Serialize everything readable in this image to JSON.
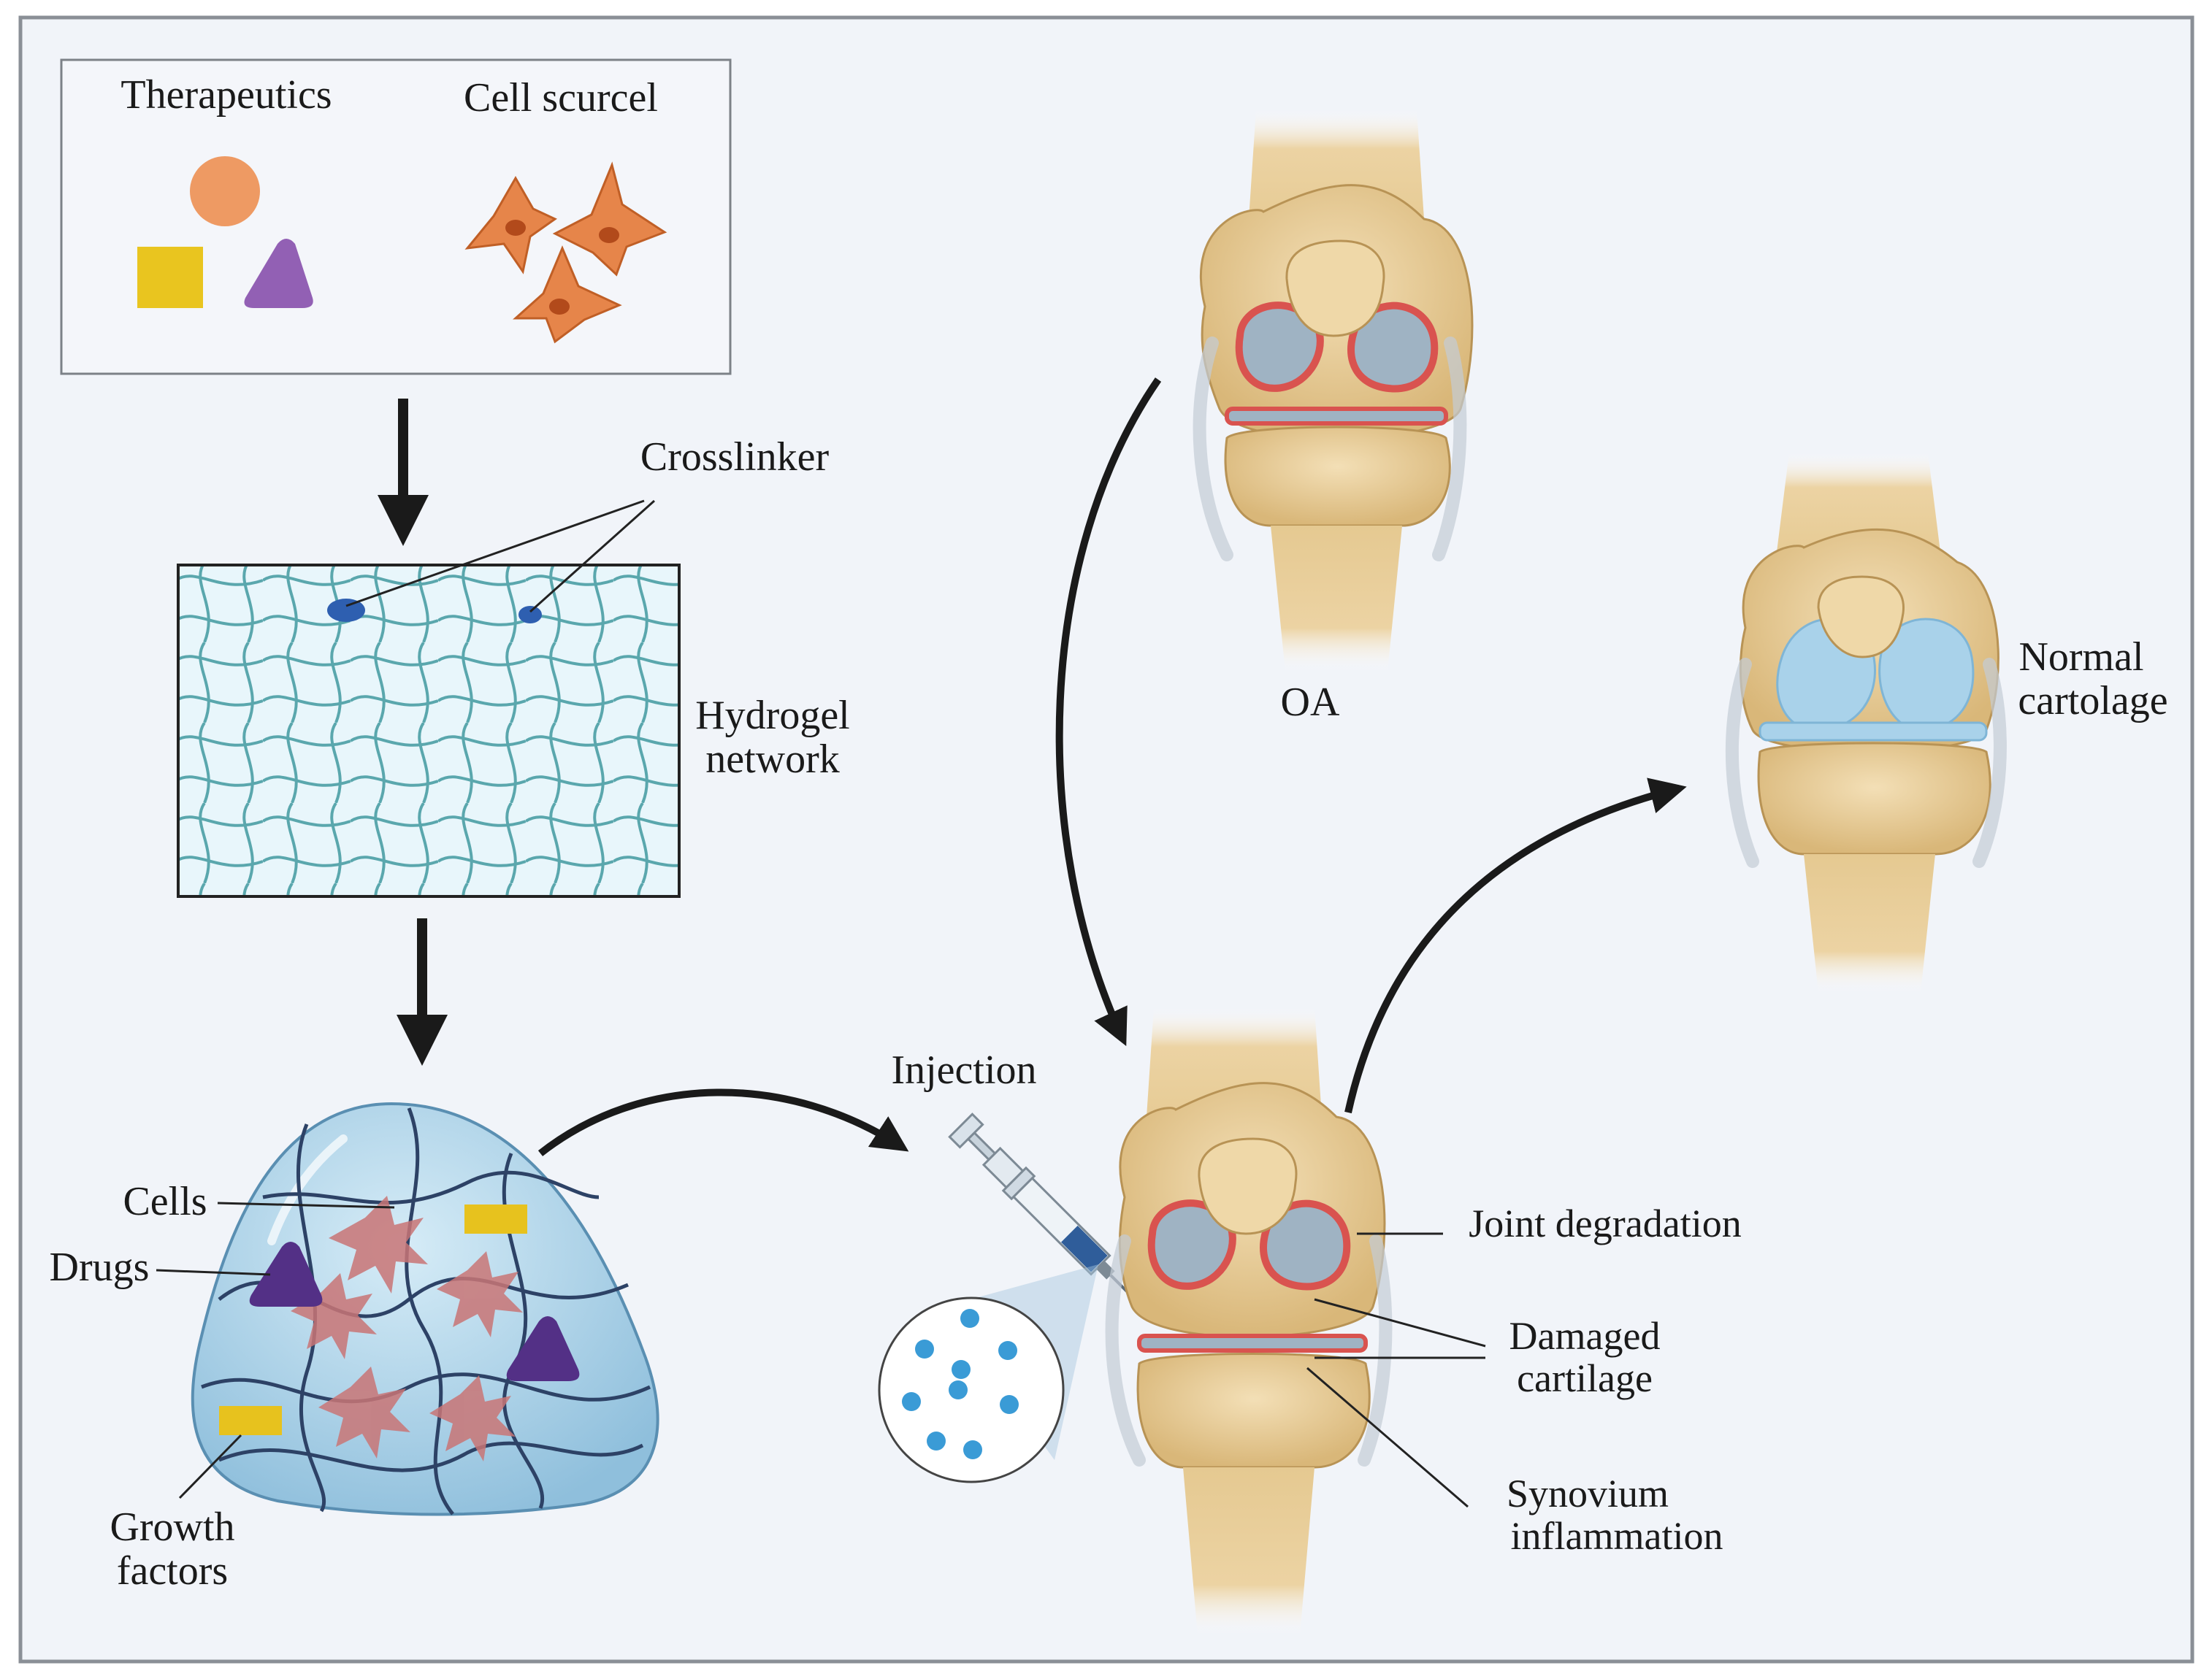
{
  "inputs": {
    "therapeutics": "Therapeutics",
    "cell_source": "Cell scurcel"
  },
  "hydrogel": {
    "crosslinker": "Crosslinker",
    "network_line1": "Hydrogel",
    "network_line2": "network"
  },
  "loaded_gel": {
    "cells": "Cells",
    "drugs": "Drugs",
    "growth_line1": "Growth",
    "growth_line2": "factors"
  },
  "injection": "Injection",
  "oa_knee": "OA",
  "normal": {
    "line1": "Normal",
    "line2": "cartolage"
  },
  "treated_knee": {
    "joint_degradation": "Joint degradation",
    "damaged_line1": "Damaged",
    "damaged_line2": "cartilage",
    "synovium_line1": "Synovium",
    "synovium_line2": "inflammation"
  },
  "colors": {
    "frame_bg": "#f1f4f9",
    "bone": "#e8cf9c",
    "cartilage_healthy": "#a9d2ea",
    "cartilage_damaged": "#9fb3c3",
    "inflammation": "#d9534f",
    "gel": "#a7cfe6",
    "cell": "#e07a3f",
    "drug": "#6b3c8f",
    "growth_factor": "#e7c21e",
    "crosslinker": "#2e5fb0",
    "arrow": "#1a1a1a"
  }
}
